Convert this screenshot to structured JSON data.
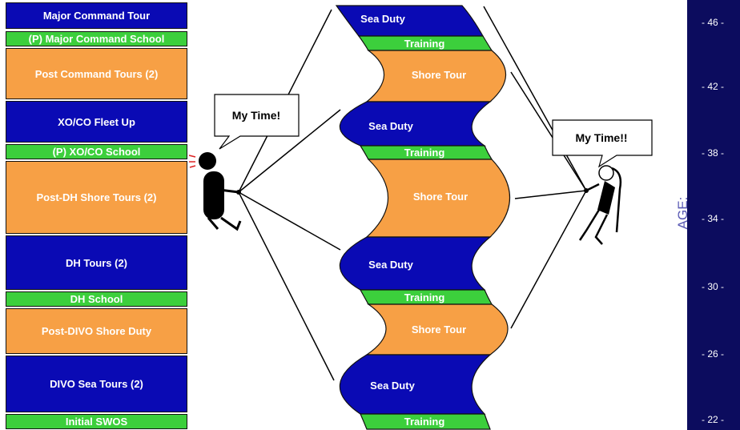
{
  "career_path": [
    {
      "label": "Major Command Tour",
      "kind": "sea"
    },
    {
      "label": "(P) Major Command School",
      "kind": "school"
    },
    {
      "label": "Post Command Tours (2)",
      "kind": "shore"
    },
    {
      "label": "XO/CO Fleet Up",
      "kind": "sea"
    },
    {
      "label": "(P) XO/CO School",
      "kind": "school"
    },
    {
      "label": "Post-DH Shore Tours (2)",
      "kind": "shore"
    },
    {
      "label": "DH Tours (2)",
      "kind": "sea"
    },
    {
      "label": "DH School",
      "kind": "school"
    },
    {
      "label": "Post-DIVO Shore Duty",
      "kind": "shore"
    },
    {
      "label": "DIVO Sea Tours (2)",
      "kind": "sea"
    },
    {
      "label": "Initial SWOS",
      "kind": "school"
    }
  ],
  "wave": {
    "sea_duty": "Sea Duty",
    "training": "Training",
    "shore_tour": "Shore Tour"
  },
  "bubbles": {
    "left": "My Time!",
    "right": "My Time!!"
  },
  "age_axis": {
    "label": "AGE:",
    "ticks": [
      "- 46 -",
      "- 42 -",
      "- 38 -",
      "- 34 -",
      "- 30 -",
      "- 26 -",
      "- 22 -"
    ]
  },
  "colors": {
    "sea": "#0a0ab4",
    "school": "#3ccf3c",
    "shore": "#f7a045",
    "age_bar": "#0c0c5e"
  }
}
